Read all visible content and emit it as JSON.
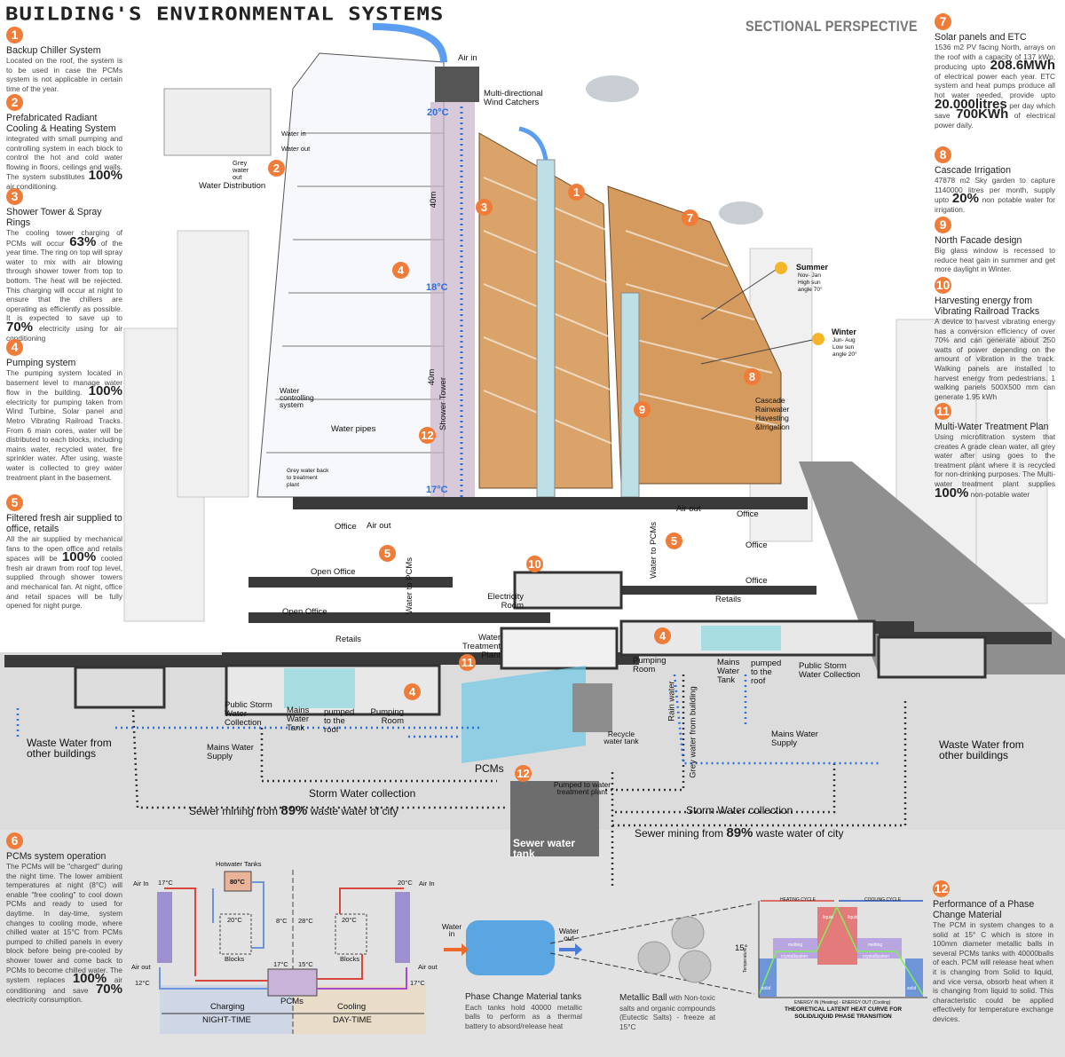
{
  "title": "BUILDING'S ENVIRONMENTAL SYSTEMS",
  "subtitle": "SECTIONAL PERSPECTIVE",
  "colors": {
    "accent": "#f07c3a",
    "water_flow": "#2b6fe0",
    "hot": "#d9463e",
    "cold": "#6d95d8"
  },
  "panels": [
    {
      "num": "1",
      "heading": "Backup Chiller System",
      "body": [
        {
          "t": "Located on the roof, the system is to be used in case the PCMs system is not applicable in certain time of the year."
        }
      ]
    },
    {
      "num": "2",
      "heading": "Prefabricated Radiant Cooling & Heating System",
      "body": [
        {
          "t": "integrated with small pumping and controlling system in each block to control the hot and cold water flowing in floors, ceilings and walls. The system substitutes "
        },
        {
          "t": "100%",
          "big": true
        },
        {
          "t": " air conditioning."
        }
      ]
    },
    {
      "num": "3",
      "heading": "Shower Tower & Spray Rings",
      "body": [
        {
          "t": "The cooling tower charging of PCMs will occur "
        },
        {
          "t": "63%",
          "big": true
        },
        {
          "t": " of the year time. The ring on top will spray water to mix with air blowing through shower tower from top to bottom. The heat will be rejected. This charging will occur at night to ensure that the chillers are operating as efficiently as possible. It is expected to save up to "
        },
        {
          "t": "70%",
          "big": true
        },
        {
          "t": " electricity using for air conditioning"
        }
      ]
    },
    {
      "num": "4",
      "heading": "Pumping system",
      "body": [
        {
          "t": "The pumping system located in basement level to manage water flow in the building. "
        },
        {
          "t": "100%",
          "big": true
        },
        {
          "t": " electricity for pumping taken from Wind Turbine, Solar panel and Metro Vibrating Railroad Tracks. From 6 main cores, water will be distributed to each blocks, including mains water, recycled water, fire sprinkler water. After using, waste water is collected to grey water treatment plant in the basement."
        }
      ]
    },
    {
      "num": "5",
      "heading": "Filtered fresh air supplied to office, retails",
      "body": [
        {
          "t": "All the air supplied by mechanical fans to the open office and retails spaces will be "
        },
        {
          "t": "100%",
          "big": true
        },
        {
          "t": " cooled fresh air drawn from roof top level, supplied through shower towers and mechanical fan. At night, office and retail spaces will be fully opened for night purge."
        }
      ]
    },
    {
      "num": "6",
      "heading": "PCMs system operation",
      "body": [
        {
          "t": "The PCMs will be \"charged\" during the night time. The lower ambient temperatures at night (8°C) will enable \"free cooling\" to cool down PCMs and ready to used for daytime. In day-time, system changes to cooling mode, where chilled water at 15°C from PCMs pumped to chilled panels in every block before being pre-cooled by shower tower and come back to PCMs to become chilled water. The system replaces "
        },
        {
          "t": "100%",
          "big": true
        },
        {
          "t": " air conditioning and save "
        },
        {
          "t": "70%",
          "big": true
        },
        {
          "t": " electricity consumption."
        }
      ]
    },
    {
      "num": "7",
      "heading": "Solar panels and ETC",
      "body": [
        {
          "t": "1536 m2 PV facing North, arrays on the roof with a capacity of 137 kWp, producing upto "
        },
        {
          "t": "208.6MWh",
          "big": true
        },
        {
          "t": " of electrical power each year. ETC system and heat pumps produce all hot water needed, provide upto "
        },
        {
          "t": "20.000litres",
          "big": true
        },
        {
          "t": " per day which save "
        },
        {
          "t": "700KWh",
          "big": true
        },
        {
          "t": " of electrical power daily."
        }
      ]
    },
    {
      "num": "8",
      "heading": "Cascade Irrigation",
      "body": [
        {
          "t": "47878 m2 Sky garden to capture 1140000 litres per month, supply upto "
        },
        {
          "t": "20%",
          "big": true
        },
        {
          "t": " non potable water for irrigation."
        }
      ]
    },
    {
      "num": "9",
      "heading": "North Facade design",
      "body": [
        {
          "t": "Big glass window is recessed to reduce heat gain in summer and get more daylight in Winter."
        }
      ]
    },
    {
      "num": "10",
      "heading": "Harvesting energy from Vibrating Railroad Tracks",
      "body": [
        {
          "t": "A device to harvest vibrating energy has a conversion efficiency of over 70% and can generate about 250 watts of power depending on the amount of vibration in the track. Walking panels are installed to harvest energy from pedestrians. 1 walking panels 500X500 mm can generate 1.95 kWh"
        }
      ]
    },
    {
      "num": "11",
      "heading": "Multi-Water Treatment Plan",
      "body": [
        {
          "t": "Using microfiltration system that creates A grade clean water, all grey water after using goes to the treatment plant where it is recycled for non-drinking purposes. The Multi-water treatment plant supplies "
        },
        {
          "t": "100%",
          "big": true
        },
        {
          "t": " non-potable water"
        }
      ]
    },
    {
      "num": "12",
      "heading": "Performance of a Phase Change Material",
      "body": [
        {
          "t": "The PCM in system changes to a solid at 15° C which is store in 100mm diameter metallic balls in several PCMs tanks with 40000balls of each. PCM will release heat when it is changing from Solid to liquid, and vice versa, obsorb heat when it is changing from liquid to solid. This characteristic could be applied effectively for temperature exchange devices."
        }
      ]
    }
  ],
  "section": {
    "air_in": "Air in",
    "wind_catchers": "Multi-directional Wind Catchers",
    "water_in": "Water in",
    "water_out": "Water out",
    "grey_out": "Grey water out",
    "water_distribution": "Water Distribution",
    "t20": "20°C",
    "t18": "18°C",
    "t17": "17°C",
    "h40a": "40m",
    "h40b": "40m",
    "shower_tower": "Shower Tower",
    "water_control": "Water controlling system",
    "water_pipes": "Water pipes",
    "grey_back": "Grey water back to treatment plant",
    "summer": "Summer",
    "summer_sub": "Nov- Jan High sun angle 70°",
    "winter": "Winter",
    "winter_sub": "Jun- Aug Low sun angle 20°",
    "cascade": "Cascade Rainwater Havesting &Irrigation",
    "office": "Office",
    "air_out": "Air out",
    "open_office": "Open Office",
    "retails": "Retails",
    "water_to_pcms": "Water to PCMs",
    "electricity_room": "Electricity Room",
    "water_treatment": "Water Treatment Plant",
    "storm_collection": "Public Storm Water Collection",
    "mains_tank": "Mains Water Tank",
    "pumped_roof": "pumped to the roof",
    "pumping_room": "Pumping Room",
    "rain_water": "Rain water",
    "grey_from_building": "Grey water from building",
    "recycle_tank": "Recycle water tank",
    "pcms": "PCMs",
    "pumped_treatment": "Pumped to water treatment plant",
    "mains_supply": "Mains Water Supply",
    "waste_other": "Waste Water from other buildings",
    "storm_water": "Storm Water collection",
    "sewer_pre": "Sewer mining from ",
    "sewer_pct": "89%",
    "sewer_post": " waste water of city",
    "sewer_tank": "Sewer water tank"
  },
  "pcm_cycle": {
    "hotwater_tanks": "Hotwater Tanks",
    "t80": "80°C",
    "air_in": "Air In",
    "air_out": "Air out",
    "t17": "17°C",
    "t12": "12°C",
    "t20": "20°C",
    "t8": "8°C",
    "t28": "28°C",
    "t15": "15°C",
    "blocks": "Blocks",
    "pcms": "PCMs",
    "charging": "Charging",
    "cooling": "Cooling",
    "night": "NIGHT-TIME",
    "day": "DAY-TIME"
  },
  "tank": {
    "water_in": "Water in",
    "water_out": "Water out",
    "heading": "Phase Change Material tanks",
    "body": "Each tanks hold 40000 metallic balls to perform as a thermal battery to absord/release heat"
  },
  "ball": {
    "heading": "Metallic Ball",
    "body": " with Non-toxic salts and organic compounds (Eutectic Salts) - freeze at 15°C"
  },
  "latent_chart": {
    "title": "THEORETICAL LATENT HEAT CURVE FOR SOLID/LIQUID PHASE TRANSITION",
    "xlabel": "ENERGY IN (Heating) - ENERGY OUT (Cooling)",
    "ylabel": "Temperature",
    "y_tick": "15°",
    "heating": "HEATING CYCLE",
    "cooling": "COOLING CYCLE",
    "solid": "solid",
    "liquid": "liquid",
    "melting": "melting",
    "crystallization": "crystallization"
  }
}
